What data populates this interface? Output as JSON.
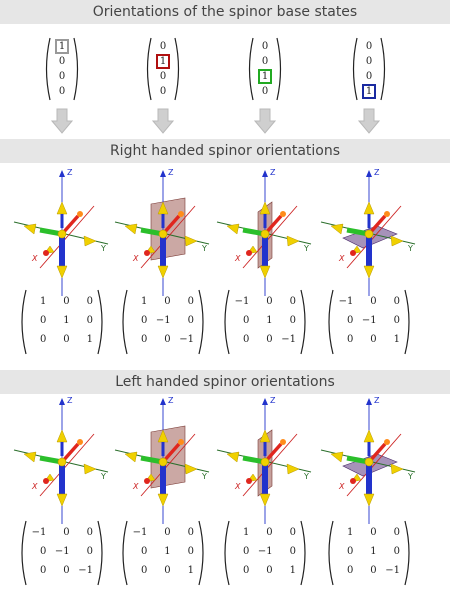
{
  "sections": {
    "base_states": "Orientations of the spinor base states",
    "right_handed": "Right handed spinor orientations",
    "left_handed": "Left handed spinor orientations"
  },
  "vectors": [
    {
      "entries": [
        "1",
        "0",
        "0",
        "0"
      ],
      "highlight": 0,
      "color": "#999999"
    },
    {
      "entries": [
        "0",
        "1",
        "0",
        "0"
      ],
      "highlight": 1,
      "color": "#b01010"
    },
    {
      "entries": [
        "0",
        "0",
        "1",
        "0"
      ],
      "highlight": 2,
      "color": "#22aa22"
    },
    {
      "entries": [
        "0",
        "0",
        "0",
        "1"
      ],
      "highlight": 3,
      "color": "#1a2aa0"
    }
  ],
  "axis_labels": {
    "z": "Z",
    "y": "Y",
    "x": "X"
  },
  "right_matrices": [
    {
      "rows": [
        [
          "1",
          "0",
          "0"
        ],
        [
          "0",
          "1",
          "0"
        ],
        [
          "0",
          "0",
          "1"
        ]
      ],
      "plane": "none"
    },
    {
      "rows": [
        [
          "1",
          "0",
          "0"
        ],
        [
          "0",
          "−1",
          "0"
        ],
        [
          "0",
          "0",
          "−1"
        ]
      ],
      "plane": "xz"
    },
    {
      "rows": [
        [
          "−1",
          "0",
          "0"
        ],
        [
          "0",
          "1",
          "0"
        ],
        [
          "0",
          "0",
          "−1"
        ]
      ],
      "plane": "yz"
    },
    {
      "rows": [
        [
          "−1",
          "0",
          "0"
        ],
        [
          "0",
          "−1",
          "0"
        ],
        [
          "0",
          "0",
          "1"
        ]
      ],
      "plane": "xy"
    }
  ],
  "left_matrices": [
    {
      "rows": [
        [
          "−1",
          "0",
          "0"
        ],
        [
          "0",
          "−1",
          "0"
        ],
        [
          "0",
          "0",
          "−1"
        ]
      ],
      "plane": "none"
    },
    {
      "rows": [
        [
          "−1",
          "0",
          "0"
        ],
        [
          "0",
          "1",
          "0"
        ],
        [
          "0",
          "0",
          "1"
        ]
      ],
      "plane": "xz"
    },
    {
      "rows": [
        [
          "1",
          "0",
          "0"
        ],
        [
          "0",
          "−1",
          "0"
        ],
        [
          "0",
          "0",
          "1"
        ]
      ],
      "plane": "yz"
    },
    {
      "rows": [
        [
          "1",
          "0",
          "0"
        ],
        [
          "0",
          "1",
          "0"
        ],
        [
          "0",
          "0",
          "−1"
        ]
      ],
      "plane": "xy"
    }
  ],
  "colors": {
    "band": "#e6e6e6",
    "z_axis": "#2233cc",
    "y_axis": "#2a6e2a",
    "x_axis": "#cc2222",
    "arrow_yellow": "#f0d000",
    "plane": "#a0605a"
  },
  "icons": [
    "down-arrow-icon"
  ]
}
